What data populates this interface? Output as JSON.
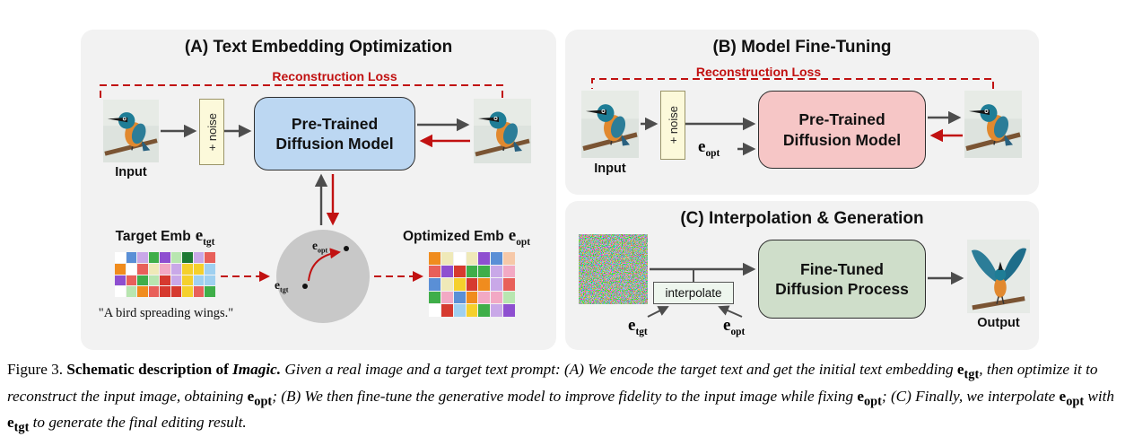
{
  "colors": {
    "panel_bg": "#f2f2f2",
    "model_a": "#bcd7f2",
    "model_b": "#f6c6c6",
    "model_c": "#cfdeca",
    "noise_bg": "#fcf9da",
    "loss_red": "#c11111",
    "arrow_gray": "#4d4d4d",
    "circle_gray": "#c8c8c8"
  },
  "panel_a": {
    "title": "(A) Text Embedding Optimization",
    "loss": "Reconstruction Loss",
    "input_label": "Input",
    "noise_label": "+ noise",
    "model_label": "Pre-Trained Diffusion Model",
    "target_emb_label": "Target Emb",
    "optimized_emb_label": "Optimized Emb",
    "prompt": "\"A bird spreading wings.\""
  },
  "panel_b": {
    "title": "(B) Model Fine-Tuning",
    "loss": "Reconstruction Loss",
    "input_label": "Input",
    "noise_label": "+ noise",
    "model_label": "Pre-Trained Diffusion Model"
  },
  "panel_c": {
    "title": "(C) Interpolation & Generation",
    "model_label": "Fine-Tuned Diffusion Process",
    "interpolate_label": "interpolate",
    "output_label": "Output"
  },
  "sym": {
    "e": "e",
    "tgt": "tgt",
    "opt": "opt"
  },
  "grids": {
    "palette": [
      "#d63a2f",
      "#3fae49",
      "#1e7a34",
      "#8e4fd0",
      "#c9a8e8",
      "#f08c1e",
      "#f5d02c",
      "#f2a9c4",
      "#9fd0f0",
      "#ffffff",
      "#f6c8a8",
      "#b8e6b0",
      "#e8605a",
      "#5a8fd6",
      "#efe9b8"
    ],
    "target": {
      "cols": 9,
      "rows": 4,
      "seed": 11
    },
    "optimized": {
      "cols": 7,
      "rows": 5,
      "seed": 29
    }
  },
  "caption": {
    "fig": "Figure 3. ",
    "lead_bold": "Schematic description of ",
    "lead_bold_italic": "Imagic.",
    "t1": " Given a real image and a target text prompt: (A) We encode the target text and get the initial text embedding ",
    "t2": ", then optimize it to reconstruct the input image, obtaining ",
    "t3": "; (B) We then fine-tune the generative model to improve fidelity to the input image while fixing ",
    "t4": "; (C) Finally, we interpolate ",
    "t5": " with ",
    "t6": " to generate the final editing result."
  }
}
